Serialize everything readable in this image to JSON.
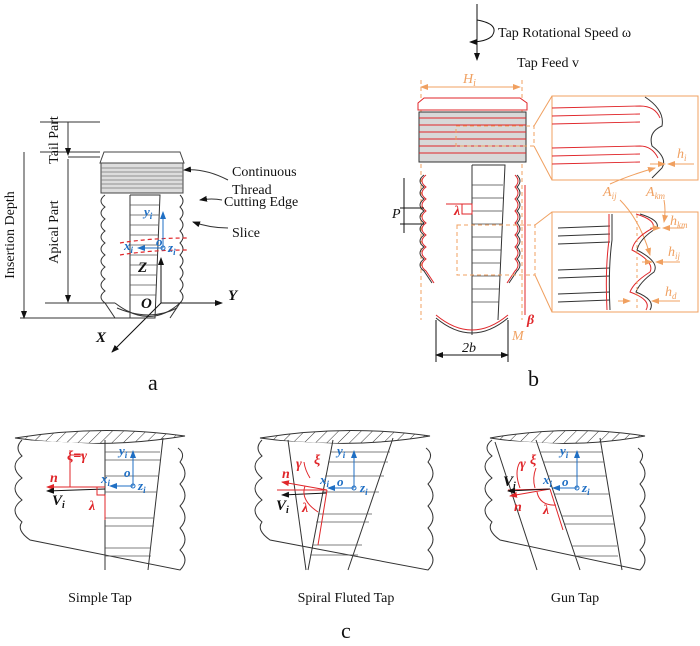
{
  "figure": {
    "panel_a": {
      "label": "a",
      "dimensions": {
        "insertion_depth": "Insertion Depth",
        "tail_part": "Tail Part",
        "apical_part": "Apical Part"
      },
      "callouts": {
        "continuous_thread": "Continuous Thread",
        "cutting_edge": "Cutting Edge",
        "slice": "Slice"
      },
      "axes": {
        "origin": "O",
        "x": "X",
        "y": "Y",
        "z": "Z"
      },
      "local_axes": {
        "x": "x",
        "x_sub": "i",
        "y": "y",
        "y_sub": "i",
        "z": "z",
        "z_sub": "i",
        "o": "o"
      }
    },
    "panel_b": {
      "label": "b",
      "motion": {
        "rotational_speed": "Tap Rotational Speed ω",
        "feed": "Tap Feed v"
      },
      "symbols": {
        "H": "H",
        "H_sub": "i",
        "P": "P",
        "lambda": "λ",
        "beta": "β",
        "M": "M",
        "two_b": "2b",
        "h_i": "h",
        "h_i_sub": "i",
        "A_ij": "A",
        "A_ij_sub": "ij",
        "A_km": "A",
        "A_km_sub": "km",
        "h_km": "h",
        "h_km_sub": "km",
        "h_ij": "h",
        "h_ij_sub": "ij",
        "h_d": "h",
        "h_d_sub": "d"
      }
    },
    "panel_c": {
      "label": "c",
      "subfigures": [
        {
          "caption": "Simple Tap",
          "angle_label": "ξ=γ",
          "n": "n",
          "V": "V",
          "V_sub": "i",
          "lambda": "λ",
          "x": "x",
          "y": "y",
          "z": "z",
          "sub": "i",
          "o": "o"
        },
        {
          "caption": "Spiral Fluted Tap",
          "gamma": "γ",
          "xi": "ξ",
          "n": "n",
          "V": "V",
          "V_sub": "i",
          "lambda": "λ",
          "x": "x",
          "y": "y",
          "z": "z",
          "sub": "i",
          "o": "o"
        },
        {
          "caption": "Gun Tap",
          "gamma": "γ",
          "xi": "ξ",
          "n": "n",
          "V": "V",
          "V_sub": "i",
          "lambda": "λ",
          "x": "x",
          "y": "y",
          "z": "z",
          "sub": "i",
          "o": "o"
        }
      ]
    },
    "colors": {
      "ink": "#111111",
      "red": "#e0262a",
      "blue": "#1f6fc4",
      "orange": "#f0a060"
    }
  }
}
